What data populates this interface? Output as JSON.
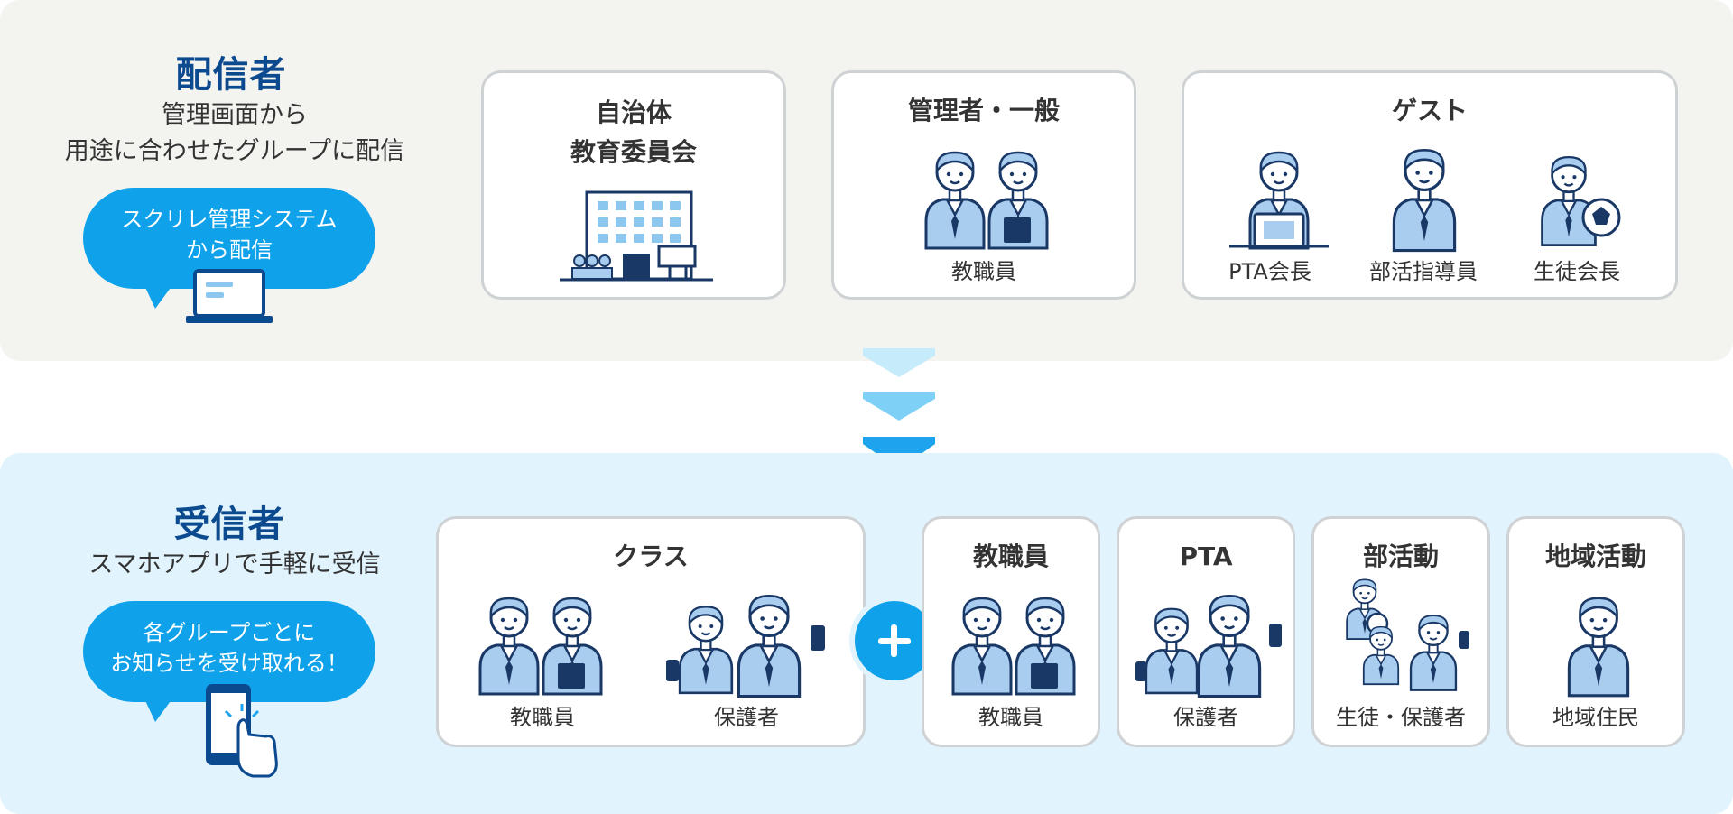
{
  "sender": {
    "title": "配信者",
    "desc_line1": "管理画面から",
    "desc_line2": "用途に合わせたグループに配信",
    "bubble_line1": "スクリレ管理システム",
    "bubble_line2": "から配信"
  },
  "sender_groups": {
    "municipality": {
      "title_line1": "自治体",
      "title_line2": "教育委員会"
    },
    "admin": {
      "title": "管理者・一般",
      "caption": "教職員"
    },
    "guest": {
      "title": "ゲスト",
      "captions": [
        "PTA会長",
        "部活指導員",
        "生徒会長"
      ]
    }
  },
  "receiver": {
    "title": "受信者",
    "desc": "スマホアプリで手軽に受信",
    "bubble_line1": "各グループごとに",
    "bubble_line2": "お知らせを受け取れる！"
  },
  "receiver_groups": {
    "class": {
      "title": "クラス",
      "captions": [
        "教職員",
        "保護者"
      ]
    },
    "staff": {
      "title": "教職員",
      "caption": "教職員"
    },
    "pta": {
      "title": "PTA",
      "caption": "保護者"
    },
    "club": {
      "title": "部活動",
      "caption": "生徒・保護者"
    },
    "community": {
      "title": "地域活動",
      "caption": "地域住民"
    }
  },
  "colors": {
    "accent": "#0fa2ea",
    "title_blue": "#0b4a8f",
    "top_bg": "#f3f3ef",
    "bottom_bg": "#e1f3fc",
    "arrow_light": "#c6ebfb",
    "arrow_mid": "#7fd0f6",
    "arrow_dark": "#1ea3ee"
  },
  "icons": [
    "laptop-icon",
    "building-icon",
    "person-icon",
    "smartphone-tap-icon",
    "plus-icon",
    "down-arrow-icon"
  ]
}
